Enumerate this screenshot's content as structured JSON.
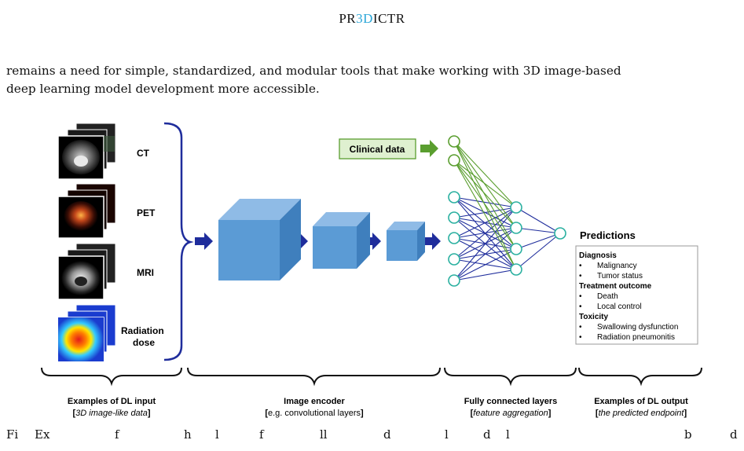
{
  "header": {
    "pre": "PR",
    "highlight": "3D",
    "post": "ICTR"
  },
  "paragraph": {
    "line1": "remains a need for simple, standardized, and modular tools that make working with 3D image-based",
    "line2": "deep learning model development more accessible."
  },
  "figure": {
    "modalities": [
      "CT",
      "PET",
      "MRI"
    ],
    "dose_label": [
      "Radiation",
      "dose"
    ],
    "clinical_data": "Clinical data",
    "predictions_title": "Predictions",
    "predictions": [
      {
        "heading": "Diagnosis",
        "items": [
          "Malignancy",
          "Tumor status"
        ]
      },
      {
        "heading": "Treatment outcome",
        "items": [
          "Death",
          "Local control"
        ]
      },
      {
        "heading": "Toxicity",
        "items": [
          "Swallowing dysfunction",
          "Radiation pneumonitis"
        ]
      }
    ],
    "sections": [
      {
        "title": "Examples of DL input",
        "open": "[",
        "sub": "3D image-like data",
        "close": "]",
        "sub_italic": true
      },
      {
        "title": "Image encoder",
        "open": "[",
        "sub": "e.g. convolutional layers",
        "close": "]",
        "sub_italic": false
      },
      {
        "title": "Fully connected layers",
        "open": "[",
        "sub": "feature aggregation",
        "close": "]",
        "sub_italic": true
      },
      {
        "title": "Examples of DL output",
        "open": "[",
        "sub": "the predicted endpoint",
        "close": "]",
        "sub_italic": true
      }
    ],
    "colors": {
      "cube_front": "#5b9bd5",
      "cube_top": "#8fbbe6",
      "cube_side": "#3f7fbd",
      "arrow": "#1f2d9c",
      "node": "#2ab0a0",
      "clinical": "#5a9e2f",
      "clinical_fill": "#dff0d0"
    }
  },
  "caption_fragments": [
    "Fi",
    "Ex",
    "f",
    "h",
    "l",
    "f",
    "ll",
    "d",
    "l",
    "d",
    "l",
    "b",
    "d"
  ]
}
